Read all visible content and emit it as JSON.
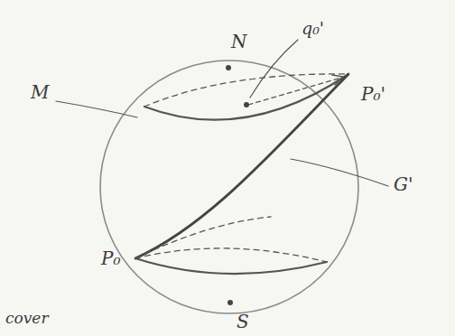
{
  "diagram": {
    "labels": [
      "N",
      "q₀'",
      "P₀'",
      "M",
      "G'",
      "P₀",
      "S",
      "cover"
    ]
  }
}
